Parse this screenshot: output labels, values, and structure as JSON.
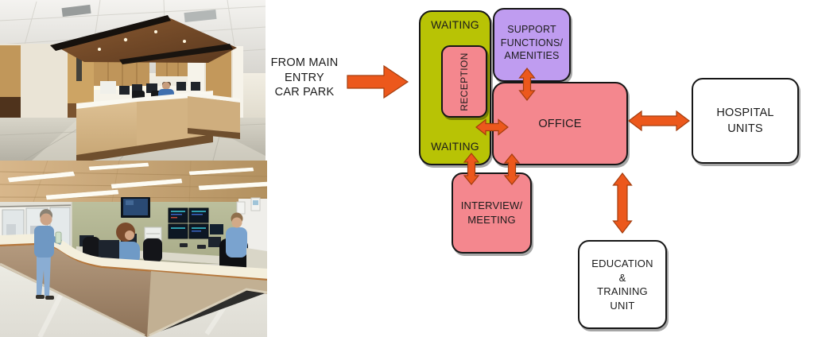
{
  "entry_label": {
    "line1": "FROM MAIN",
    "line2": "ENTRY",
    "line3": "CAR PARK"
  },
  "diagram": {
    "waiting": {
      "top_label": "WAITING",
      "bottom_label": "WAITING"
    },
    "reception": {
      "label": "RECEPTION"
    },
    "support": {
      "line1": "SUPPORT",
      "line2": "FUNCTIONS/",
      "line3": "AMENITIES"
    },
    "office": {
      "label": "OFFICE"
    },
    "hospital_units": {
      "line1": "HOSPITAL",
      "line2": "UNITS"
    },
    "interview_meeting": {
      "line1": "INTERVIEW/",
      "line2": "MEETING"
    },
    "education": {
      "line1": "EDUCATION",
      "line2": "&",
      "line3": "TRAINING",
      "line4": "UNIT"
    }
  },
  "colors": {
    "waiting_fill": "#b8c305",
    "reception_fill": "#f4878e",
    "support_fill": "#bf9cf0",
    "office_fill": "#f4878e",
    "interview_fill": "#f4878e",
    "white_fill": "#ffffff",
    "arrow_fill": "#ec581c",
    "outline": "#161616",
    "text": "#1b1b1b"
  }
}
